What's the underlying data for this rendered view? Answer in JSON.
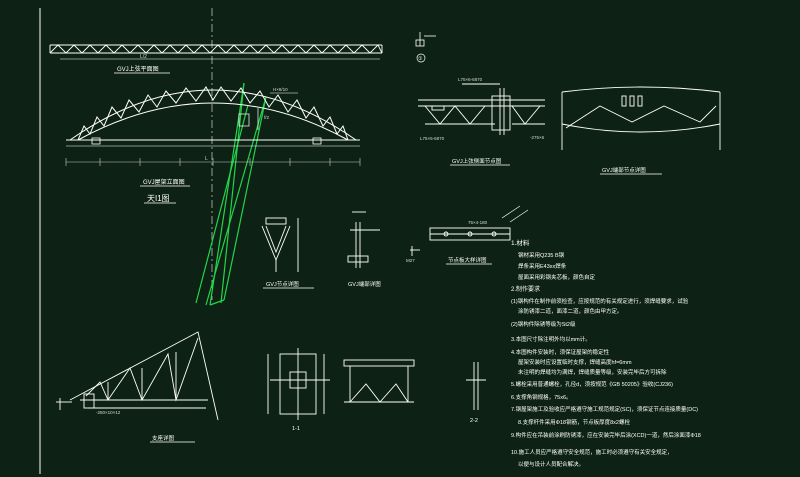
{
  "colors": {
    "background": "#0d2214",
    "line": "#ffffff",
    "accent": "#21d64a",
    "text_yellow": "#f2f26a",
    "dim": "#cccccc"
  },
  "views": {
    "top_chord_plan": "GVJ上弦平面图",
    "truss_elevation": "GVJ屋架立面图",
    "section_label": "天I1图",
    "side_view": "GVJ上弦侧面节点图",
    "profile_view": "GVJ端部节点详图",
    "node_detail": "GVJ节点详图",
    "support_detail": "GVJ端部详图",
    "bolt_detail": "支座详图",
    "plate_detail": "节点板大样详图",
    "section_11": "1-1",
    "section_22": "2-2",
    "detail_mark": "①"
  },
  "dims": {
    "top_span": "L/2",
    "total_span": "L",
    "rise": "f/2",
    "height": "H/2",
    "chord": "H×8/10",
    "base": "L75×6-6870",
    "plate1": "L75×6-6870",
    "plate2": "-275×6",
    "plate3": "75×4-180",
    "plate4": "M27",
    "plate5": "-250×10×12"
  },
  "notes": {
    "n1": "1.材料",
    "n1a": "钢材采用Q235 B钢",
    "n1b": "焊条采用E43xx焊条",
    "n1c": "屋面采用彩钢夹芯板，颜色自定",
    "n2": "2.制作要求",
    "n2a": "(1)钢构件在制作前须检查，应按规范的有关规定进行，须焊缝要求，试验",
    "n2b": "涂防锈漆二道，面漆二道，颜色由甲方定。",
    "n2c": "(2)钢构件除锈等级为St2级",
    "n3": "3.本图尺寸除注明外均以mm计。",
    "n4": "4.本图构件安装时，须保证屋架的稳定性",
    "n4a": "屋架安装时应设置临时支撑，焊缝高度hf=6mm",
    "n4b": "未注明的焊缝均为满焊，焊缝质量等级，安装完毕后方可拆除",
    "n5": "5.螺栓采用普通螺栓，孔径d，须按规范《GB 50205》验收(CJ236)",
    "n6": "6.支撑角钢规格，75x6。",
    "n7": "7.钢屋架施工及验收应严格遵守施工规范规定(SC)，须保证节点连接质量(DC)",
    "n8": "8.支撑杆件采用Φ18钢筋，节点板厚度8x2螺栓",
    "n9": "9.构件应在吊装前涂刷防锈漆，应在安装完毕后涂(XCD)一道，然后涂面漆Φ18",
    "n10": "10.施工人员应严格遵守安全规范，施工时必须遵守有关安全规定，",
    "n10a": "以便与设计人员配合解决。"
  }
}
